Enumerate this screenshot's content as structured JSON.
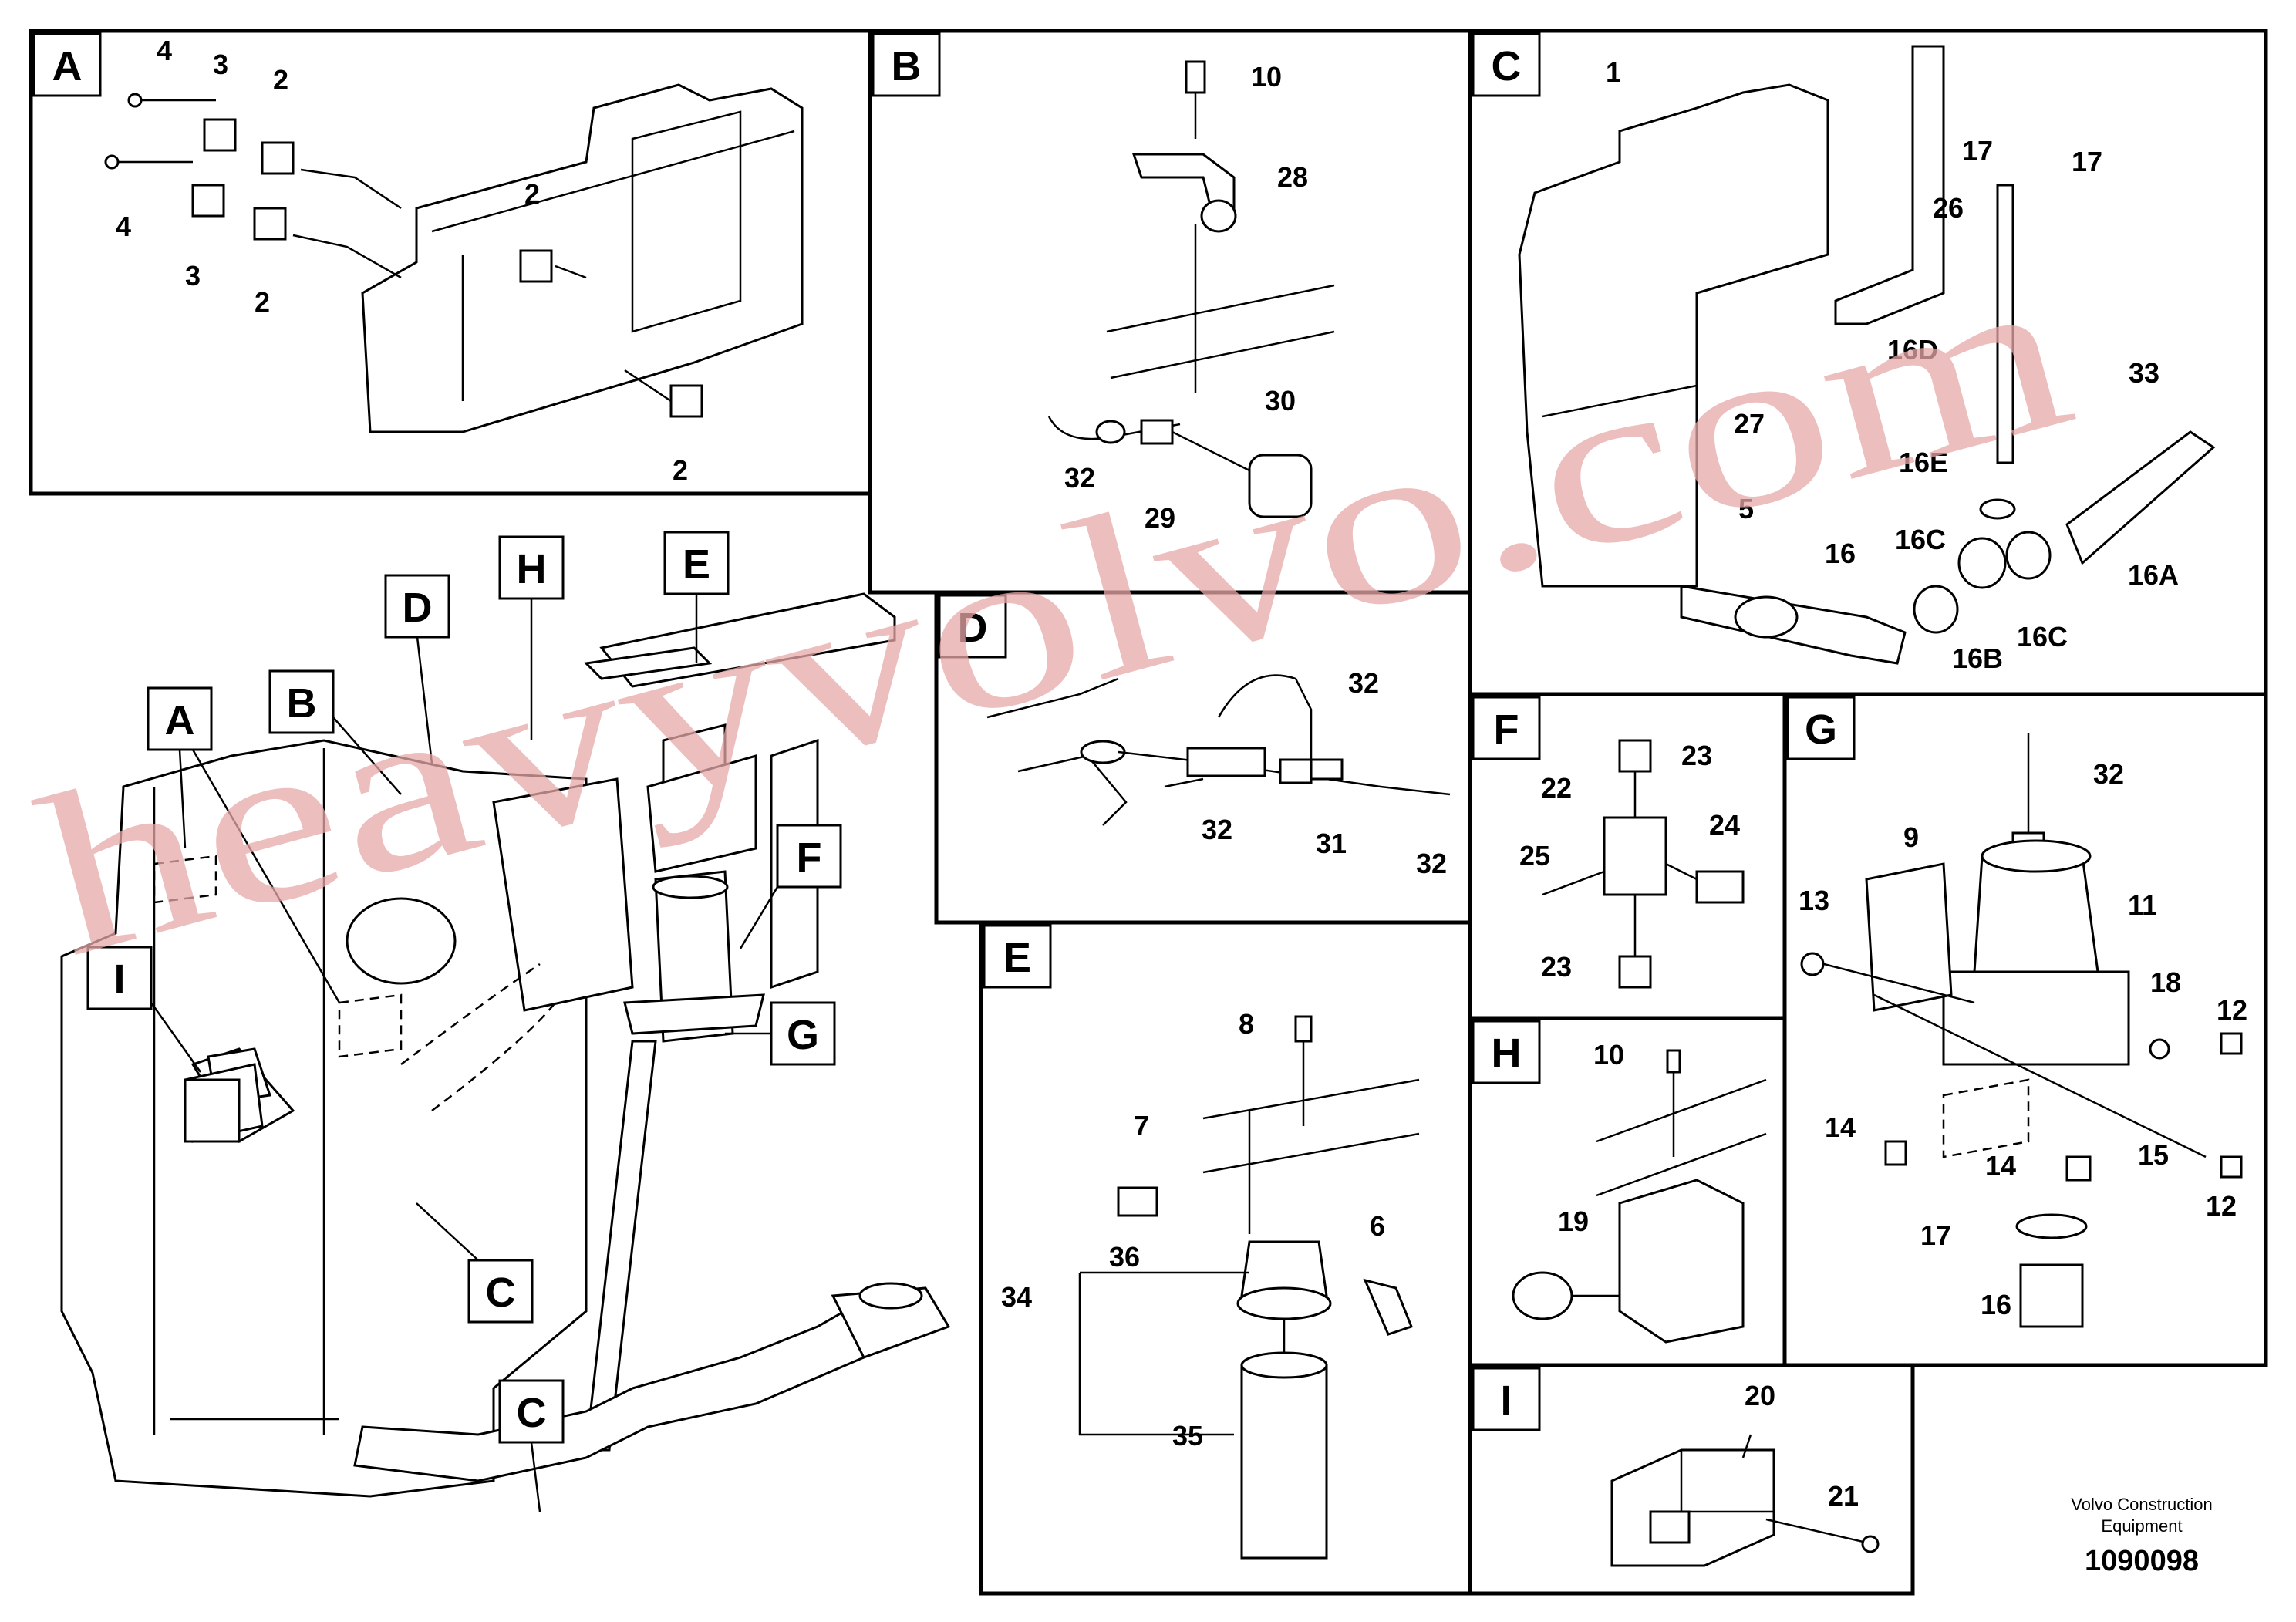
{
  "sections": [
    {
      "id": "A",
      "labels": [
        "4",
        "3",
        "2",
        "4",
        "3",
        "2",
        "2",
        "2"
      ]
    },
    {
      "id": "B",
      "labels": [
        "10",
        "28",
        "30",
        "32",
        "29"
      ]
    },
    {
      "id": "C",
      "labels": [
        "1",
        "17",
        "17",
        "26",
        "16D",
        "33",
        "27",
        "16E",
        "5",
        "16",
        "16C",
        "16C",
        "16B",
        "16A"
      ]
    },
    {
      "id": "D",
      "labels": [
        "32",
        "32",
        "31",
        "32"
      ]
    },
    {
      "id": "E",
      "labels": [
        "8",
        "7",
        "6",
        "36",
        "34",
        "35"
      ]
    },
    {
      "id": "F",
      "labels": [
        "23",
        "22",
        "24",
        "25",
        "23"
      ]
    },
    {
      "id": "G",
      "labels": [
        "32",
        "9",
        "11",
        "13",
        "18",
        "12",
        "14",
        "14",
        "15",
        "12",
        "17",
        "16"
      ]
    },
    {
      "id": "H",
      "labels": [
        "10",
        "19"
      ]
    },
    {
      "id": "I",
      "labels": [
        "20",
        "21"
      ]
    }
  ],
  "overview_callouts": [
    "H",
    "E",
    "D",
    "B",
    "A",
    "F",
    "I",
    "G",
    "C",
    "C"
  ],
  "watermark": "heavyvolvo.com",
  "brand": {
    "line1": "Volvo Construction",
    "line2": "Equipment",
    "doc_number": "1090098"
  },
  "colors": {
    "watermark": "#e8a9a9",
    "line": "#000000",
    "background": "#ffffff"
  }
}
